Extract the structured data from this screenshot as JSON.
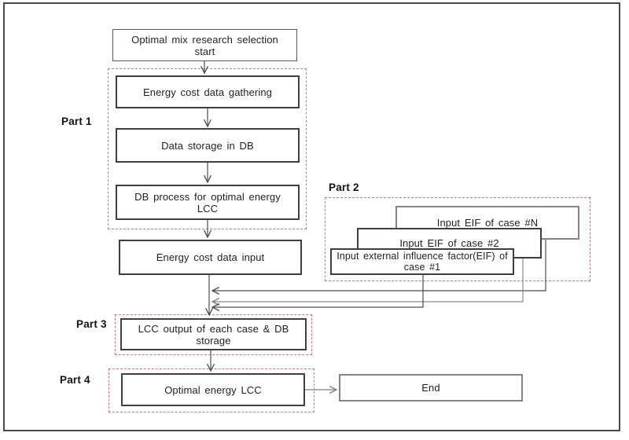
{
  "palette": {
    "frame": "#4a4a4a",
    "dashed": "#c87d7a",
    "box_border_dark": "#3f3f3f",
    "box_border_gray": "#848484",
    "connector": "#4d4d4d",
    "connector_gray": "#7f7f7f",
    "text": "#1f1f1f"
  },
  "part_labels": {
    "part1": "Part 1",
    "part2": "Part 2",
    "part3": "Part 3",
    "part4": "Part 4"
  },
  "nodes": {
    "start": "Optimal mix research selection start",
    "gathering": "Energy cost data gathering",
    "storage": "Data storage in DB",
    "db_process": "DB process for optimal energy LCC",
    "input": "Energy cost data input",
    "case_n": "Input EIF of case #N",
    "case_2": "Input EIF of case #2",
    "case_1": "Input external influence factor(EIF) of case #1",
    "lcc_output": "LCC output of each case & DB storage",
    "optimal_lcc": "Optimal energy LCC",
    "end": "End"
  }
}
